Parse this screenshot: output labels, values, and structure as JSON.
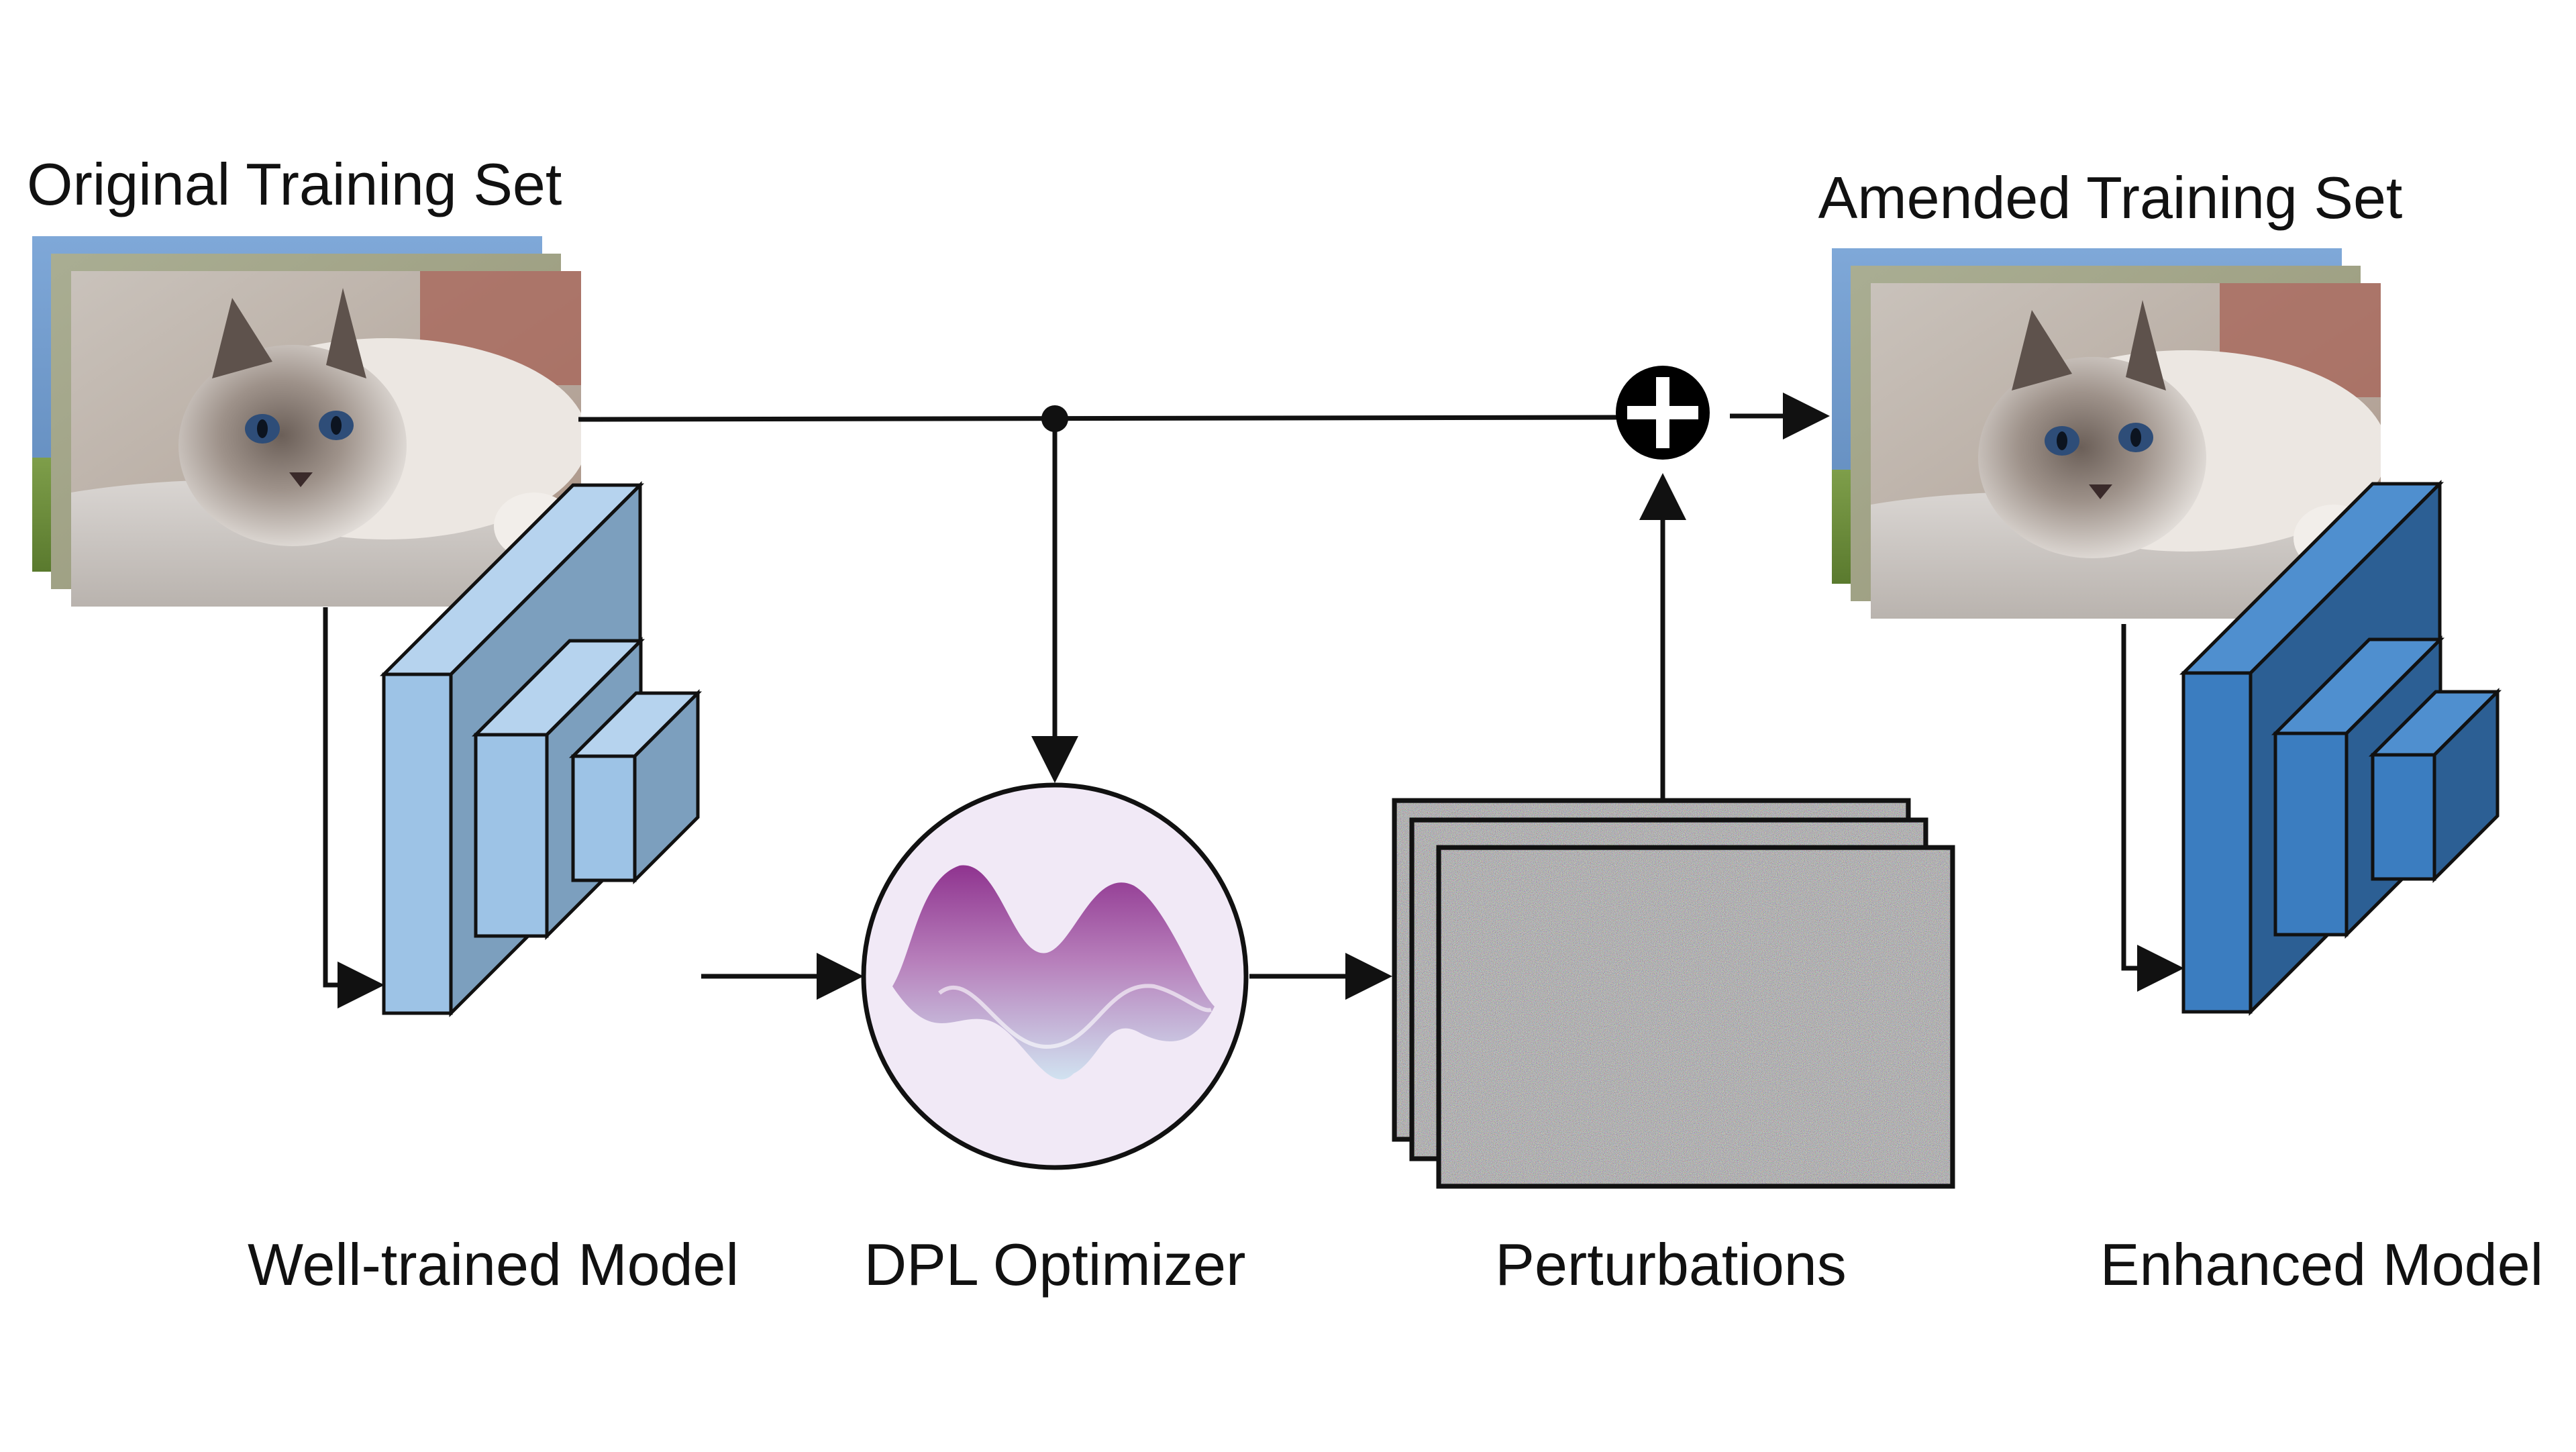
{
  "labels": {
    "original_set": "Original Training Set",
    "amended_set": "Amended Training Set",
    "well_trained_model": "Well-trained Model",
    "dpl_optimizer": "DPL Optimizer",
    "perturbations": "Perturbations",
    "enhanced_model": "Enhanced Model"
  },
  "symbols": {
    "add_operator": "plus-in-circle"
  },
  "colors": {
    "model_light_front": "#9dc3e6",
    "model_light_side": "#7c9fbe",
    "model_dark_front": "#3b7dc0",
    "model_dark_side": "#2c5f94",
    "optimizer_fill": "#f1e9f6",
    "wave_purple": "#8a2a8a",
    "arrow": "#111111"
  }
}
